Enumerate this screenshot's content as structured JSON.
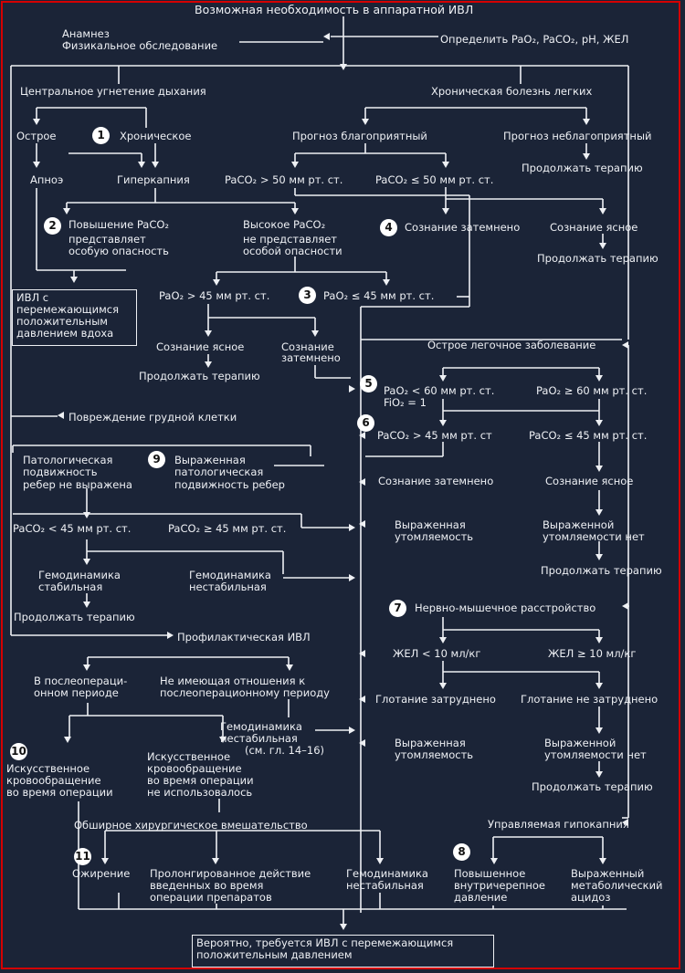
{
  "title": "Возможная необходимость в аппаратной ИВЛ",
  "intake": {
    "line1": "Анамнез",
    "line2": "Физикальное обследование",
    "determine": "Определить PaO₂, PaCO₂, pH, ЖЕЛ"
  },
  "central": {
    "title": "Центральное угнетение дыхания",
    "acute": "Острое",
    "chronic": "Хроническое",
    "apnea": "Апноэ",
    "hypercapnia": "Гиперкапния",
    "paco2_danger": [
      "Повышение PaCO₂",
      "представляет",
      "особую опасность"
    ],
    "paco2_nodanger": [
      "Высокое PaCO₂",
      "не представляет",
      "особой опасности"
    ],
    "ivl_box": [
      "ИВЛ с",
      "перемежающимся",
      "положительным",
      "давлением вдоха"
    ],
    "pao2_high": "PaO₂ > 45 мм рт. ст.",
    "pao2_low": "PaO₂ ≤ 45 мм рт. ст.",
    "conscious_clear": "Сознание ясное",
    "conscious_dim": [
      "Сознание",
      "затемнено"
    ],
    "continue": "Продолжать терапию"
  },
  "chronic_lung": {
    "title": "Хроническая болезнь легких",
    "prog_good": "Прогноз благоприятный",
    "prog_bad": "Прогноз неблагоприятный",
    "continue": "Продолжать терапию",
    "paco2_high": "PaCO₂ > 50 мм рт. ст.",
    "paco2_low": "PaCO₂ ≤ 50 мм рт. ст.",
    "conscious_dim": "Сознание затемнено",
    "conscious_clear": "Сознание ясное",
    "continue2": "Продолжать терапию"
  },
  "chest": {
    "title": "Повреждение грудной клетки",
    "mobility_low": [
      "Патологическая",
      "подвижность",
      "ребер не выражена"
    ],
    "mobility_high": [
      "Выраженная",
      "патологическая",
      "подвижность ребер"
    ],
    "paco2_low": "PaCO₂ < 45 мм рт. ст.",
    "paco2_high": "PaCO₂ ≥ 45 мм рт. ст.",
    "hemo_stable": [
      "Гемодинамика",
      "стабильная"
    ],
    "hemo_unstable": [
      "Гемодинамика",
      "нестабильная"
    ],
    "continue": "Продолжать терапию"
  },
  "prophylactic": {
    "title": "Профилактическая ИВЛ",
    "postop": [
      "В послеопераци-",
      "онном периоде"
    ],
    "nonpostop": [
      "Не имеющая отношения к",
      "послеоперационному периоду"
    ],
    "hemo_unstable": [
      "Гемодинамика",
      "нестабильная",
      "(см. гл. 14–16)"
    ],
    "bypass_yes": [
      "Искусственное",
      "кровообращение",
      "во время операции"
    ],
    "bypass_no": [
      "Искусственное",
      "кровообращение",
      "во время операции",
      "не использовалось"
    ],
    "major_surgery": "Обширное хирургическое вмешательство",
    "obesity": "Ожирение",
    "prolonged": [
      "Пролонгированное действие",
      "введенных во время",
      "операции препаратов"
    ],
    "hemo_unstable2": [
      "Гемодинамика",
      "нестабильная"
    ]
  },
  "acute_lung": {
    "title": "Острое легочное заболевание",
    "pao2_low": [
      "PaO₂ < 60 мм рт. ст.",
      "FiO₂ = 1"
    ],
    "pao2_high": "PaO₂ ≥ 60 мм рт. ст.",
    "paco2_high": "PaCO₂ > 45 мм рт. ст",
    "paco2_low": "PaCO₂ ≤ 45 мм рт. ст.",
    "conscious_dim": "Сознание затемнено",
    "conscious_clear": "Сознание ясное",
    "fatigue_yes": [
      "Выраженная",
      "утомляемость"
    ],
    "fatigue_no": [
      "Выраженной",
      "утомляемости нет"
    ],
    "continue": "Продолжать терапию"
  },
  "neuromuscular": {
    "title": "Нервно-мышечное расстройство",
    "vc_low": "ЖЕЛ < 10 мл/кг",
    "vc_high": "ЖЕЛ ≥ 10 мл/кг",
    "swallow_hard": "Глотание затруднено",
    "swallow_ok": "Глотание не затруднено",
    "fatigue_yes": [
      "Выраженная",
      "утомляемость"
    ],
    "fatigue_no": [
      "Выраженной",
      "утомляемости нет"
    ],
    "continue": "Продолжать терапию"
  },
  "hypocapnia": {
    "title": "Управляемая гипокапния",
    "icp": [
      "Повышенное",
      "внутричерепное",
      "давление"
    ],
    "acidosis": [
      "Выраженный",
      "метаболический",
      "ацидоз"
    ]
  },
  "result": [
    "Вероятно, требуется ИВЛ с перемежающимся",
    "положительным давлением"
  ],
  "numbers": [
    "1",
    "2",
    "3",
    "4",
    "5",
    "6",
    "7",
    "8",
    "9",
    "10",
    "11"
  ]
}
